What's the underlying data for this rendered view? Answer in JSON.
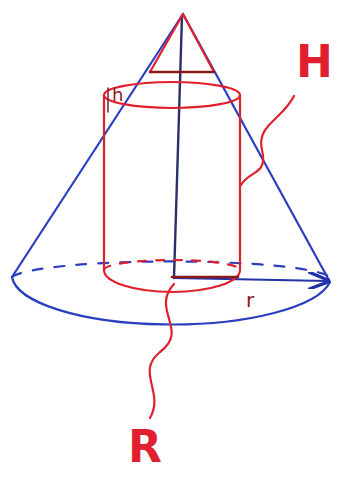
{
  "diagram": {
    "labels": [
      "h",
      "H",
      "R",
      "r"
    ]
  }
}
